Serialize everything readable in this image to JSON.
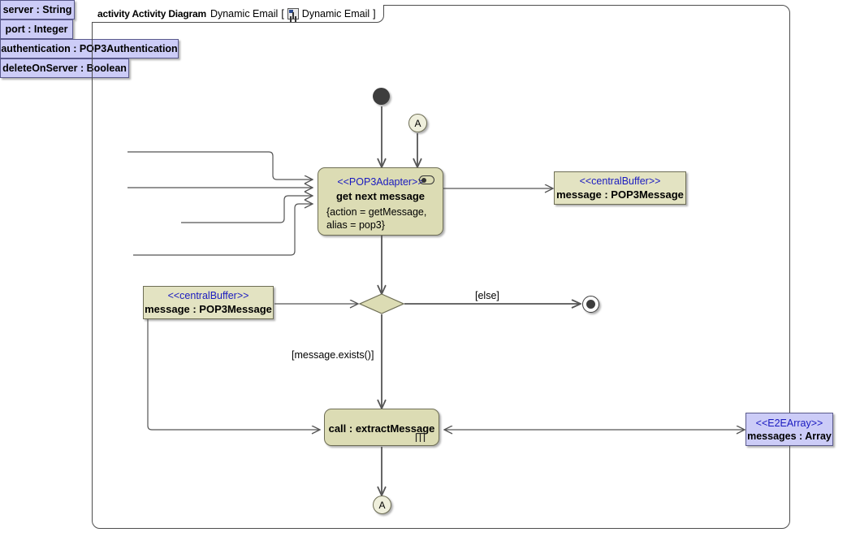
{
  "frame": {
    "keyword": "activity Activity Diagram",
    "name": "Dynamic Email",
    "bracket_open": "[",
    "diagram_icon": "activity-diagram-icon",
    "diagram_label": "Dynamic Email",
    "bracket_close": "]"
  },
  "nodes": {
    "initial": {
      "icon": "initial-node-icon"
    },
    "connector_in": {
      "label": "A"
    },
    "connector_out": {
      "label": "A"
    },
    "action_get_next_message": {
      "stereotype": "<<POP3Adapter>>",
      "name": "get next message",
      "props_line1": "{action = getMessage,",
      "props_line2": "alias = pop3}",
      "pin_icon": "pin-oval-icon"
    },
    "buffer_right": {
      "stereotype": "<<centralBuffer>>",
      "name": "message : POP3Message"
    },
    "buffer_left": {
      "stereotype": "<<centralBuffer>>",
      "name": "message : POP3Message"
    },
    "decision": {
      "icon": "decision-diamond-icon"
    },
    "final": {
      "icon": "activity-final-icon"
    },
    "action_extract_message": {
      "name": "call : extractMessage",
      "rake_icon": "rake-icon"
    },
    "array_node": {
      "stereotype": "<<E2EArray>>",
      "name": "messages : Array"
    }
  },
  "parameters": [
    {
      "name": "server : String"
    },
    {
      "name": "port : Integer"
    },
    {
      "name": "authentication : POP3Authentication"
    },
    {
      "name": "deleteOnServer : Boolean"
    }
  ],
  "guards": {
    "else": "[else]",
    "message_exists": "[message.exists()]"
  },
  "colors": {
    "action_fill": "#dcdcb4",
    "object_fill": "#e3e3c2",
    "param_fill": "#ccccf7",
    "stereotype_text": "#1a1ac0",
    "border": "#6e6e55",
    "param_border": "#5a5a8c",
    "line": "#555555"
  }
}
